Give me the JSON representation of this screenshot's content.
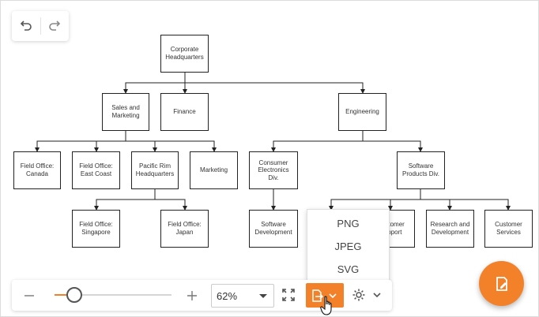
{
  "diagram": {
    "nodes": [
      {
        "id": "corporate-hq",
        "label": "Corporate\nHeadquarters"
      },
      {
        "id": "sales-marketing",
        "label": "Sales and\nMarketing"
      },
      {
        "id": "finance",
        "label": "Finance"
      },
      {
        "id": "engineering",
        "label": "Engineering"
      },
      {
        "id": "field-canada",
        "label": "Field Office:\nCanada"
      },
      {
        "id": "field-eastcoast",
        "label": "Field Office:\nEast Coast"
      },
      {
        "id": "pacific-rim",
        "label": "Pacific Rim\nHeadquarters"
      },
      {
        "id": "marketing",
        "label": "Marketing"
      },
      {
        "id": "consumer-electronics",
        "label": "Consumer\nElectronics Div."
      },
      {
        "id": "software-products",
        "label": "Software\nProducts Div."
      },
      {
        "id": "field-singapore",
        "label": "Field Office:\nSingapore"
      },
      {
        "id": "field-japan",
        "label": "Field Office:\nJapan"
      },
      {
        "id": "software-dev",
        "label": "Software\nDevelopment"
      },
      {
        "id": "customer-support",
        "label": "Customer\nSupport"
      },
      {
        "id": "research-dev",
        "label": "Research and\nDevelopment"
      },
      {
        "id": "customer-services",
        "label": "Customer\nServices"
      }
    ]
  },
  "export_menu": {
    "items": [
      "PNG",
      "JPEG",
      "SVG"
    ]
  },
  "toolbar": {
    "zoom_value": "62%",
    "zoom_fraction": 0.17
  },
  "colors": {
    "accent": "#f3812a",
    "node_border": "#222222",
    "icon": "#555555"
  },
  "icons": {
    "undo": "undo-icon",
    "redo": "redo-icon",
    "zoom_out": "minus-icon",
    "zoom_in": "plus-icon",
    "fit": "fit-to-screen-icon",
    "export": "export-file-icon",
    "settings": "gear-icon",
    "properties": "edit-document-icon"
  }
}
